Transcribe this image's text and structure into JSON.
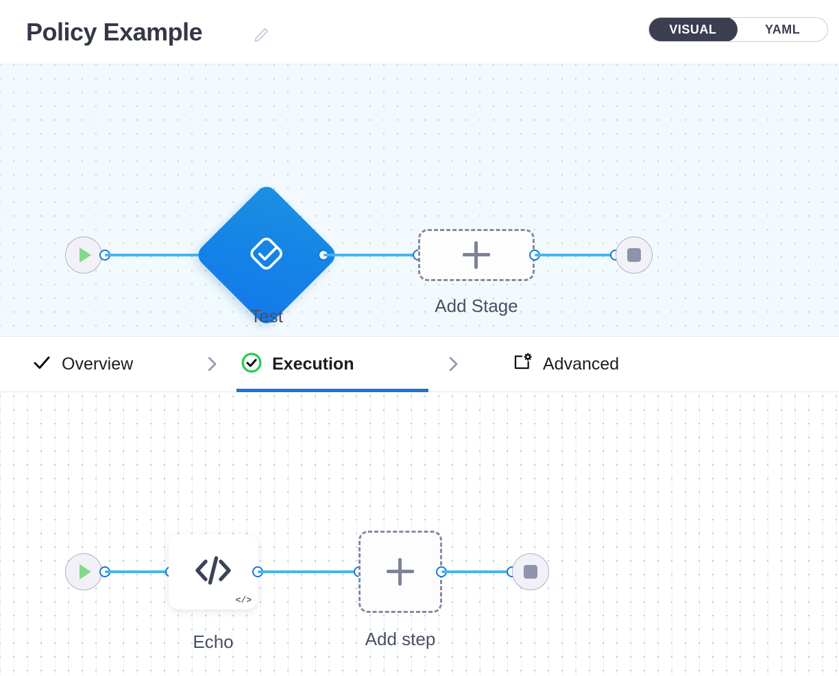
{
  "header": {
    "title": "Policy Example",
    "edit_icon": "pencil-icon",
    "mode_toggle": {
      "options": [
        "VISUAL",
        "YAML"
      ],
      "selected": "VISUAL",
      "visual_label": "VISUAL",
      "yaml_label": "YAML"
    }
  },
  "tabs": [
    {
      "label": "Overview",
      "icon": "check-icon",
      "active": false
    },
    {
      "label": "Execution",
      "icon": "check-circle-icon",
      "active": true
    },
    {
      "label": "Advanced",
      "icon": "window-gear-icon",
      "active": false
    }
  ],
  "tab_separator_icon": "chevron-right-icon",
  "stage_canvas": {
    "nodes": [
      {
        "id": "start",
        "type": "start",
        "icon": "play-icon",
        "label": ""
      },
      {
        "id": "test",
        "type": "stage",
        "icon": "approval-check-icon",
        "label": "Test"
      },
      {
        "id": "add",
        "type": "add-stage",
        "icon": "plus-icon",
        "label": "Add Stage"
      },
      {
        "id": "end",
        "type": "end",
        "icon": "stop-icon",
        "label": ""
      }
    ]
  },
  "step_canvas": {
    "nodes": [
      {
        "id": "start",
        "type": "start",
        "icon": "play-icon",
        "label": ""
      },
      {
        "id": "echo",
        "type": "step",
        "icon": "code-icon",
        "badge": "</>",
        "label": "Echo"
      },
      {
        "id": "add",
        "type": "add-step",
        "icon": "plus-icon",
        "label": "Add step"
      },
      {
        "id": "end",
        "type": "end",
        "icon": "stop-icon",
        "label": ""
      }
    ]
  },
  "colors": {
    "accent_blue": "#1676d0",
    "edge_blue": "#45b6ef",
    "stage_blue": "#1482e8",
    "start_green": "#84d98a",
    "toggle_dark": "#3c3f51",
    "canvas_top_bg": "#f3fafd",
    "success_green": "#2ecc58"
  }
}
